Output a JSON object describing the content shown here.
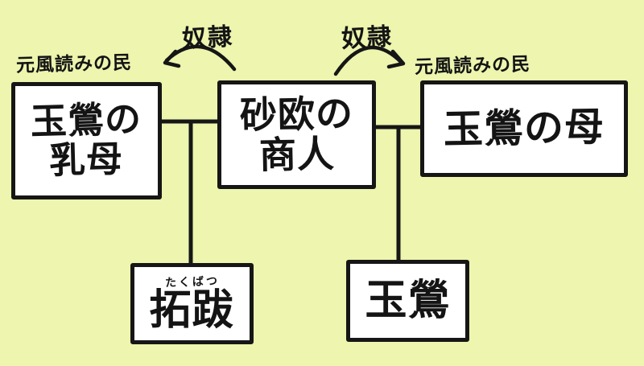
{
  "diagram": {
    "type": "hand-drawn family relationship chart",
    "colors": {
      "background": "#edf5ae",
      "box_fill": "#ffffff",
      "ink": "#161616"
    },
    "boxes": {
      "nurse": {
        "line1": "玉鶯の",
        "line2": "乳母"
      },
      "merchant": {
        "line1": "砂欧の",
        "line2": "商人"
      },
      "mother": {
        "label": "玉鶯の母"
      },
      "takubatsu": {
        "furigana": "たくばつ",
        "label": "拓跋"
      },
      "gyokuou": {
        "label": "玉鶯"
      }
    },
    "annotations": {
      "origin_left": "元風読みの民",
      "origin_right": "元風読みの民",
      "slave_left": "奴隷",
      "slave_right": "奴隷"
    }
  }
}
